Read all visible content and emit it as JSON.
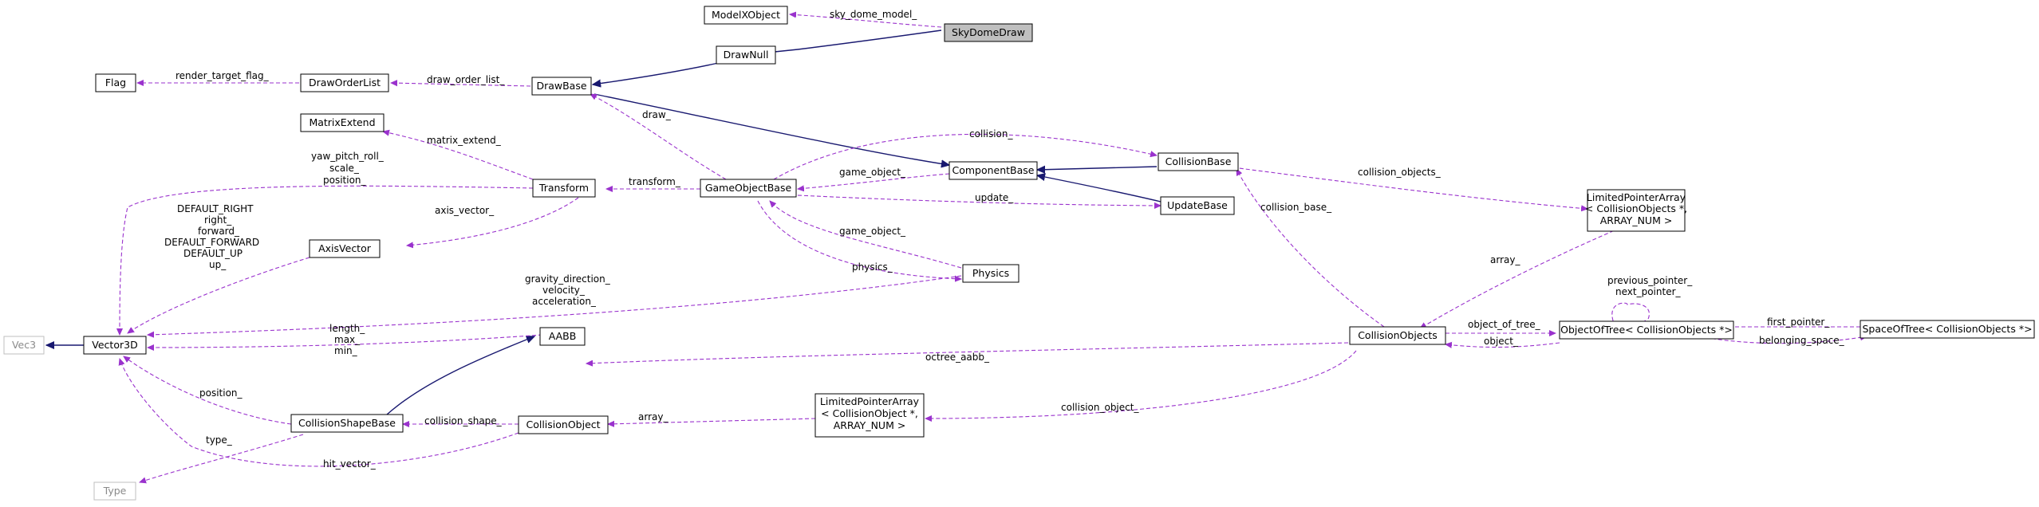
{
  "nodes": {
    "modelxobject": "ModelXObject",
    "skydomedraw": "SkyDomeDraw",
    "drawnull": "DrawNull",
    "flag": "Flag",
    "draworderlist": "DrawOrderList",
    "drawbase": "DrawBase",
    "matrixextend": "MatrixExtend",
    "transform": "Transform",
    "gameobjectbase": "GameObjectBase",
    "componentbase": "ComponentBase",
    "collisionbase": "CollisionBase",
    "updatebase": "UpdateBase",
    "lpa_collisionobjects": [
      "LimitedPointerArray",
      "< CollisionObjects *,",
      "ARRAY_NUM >"
    ],
    "axisvector": "AxisVector",
    "physics": "Physics",
    "vec3": "Vec3",
    "vector3d": "Vector3D",
    "aabb": "AABB",
    "collisionobjects": "CollisionObjects",
    "objectoftree": "ObjectOfTree< CollisionObjects *>",
    "spaceoftree": "SpaceOfTree< CollisionObjects *>",
    "collisionshapebase": "CollisionShapeBase",
    "collisionobject": "CollisionObject",
    "lpa_collisionobject": [
      "LimitedPointerArray",
      "< CollisionObject *,",
      "ARRAY_NUM >"
    ],
    "type": "Type"
  },
  "edge_labels": {
    "sky_dome_model": "sky_dome_model_",
    "render_target_flag": "render_target_flag_",
    "draw_order_list": "draw_order_list_",
    "draw": "draw_",
    "collision": "collision_",
    "matrix_extend": "matrix_extend_",
    "transform_members": [
      "yaw_pitch_roll_",
      "scale_",
      "position_"
    ],
    "transform": "transform_",
    "game_object_cb": "game_object_",
    "collision_objects": "collision_objects_",
    "update": "update_",
    "axis_vector": "axis_vector_",
    "axisvector_members": [
      "DEFAULT_RIGHT",
      "right_",
      "forward_",
      "DEFAULT_FORWARD",
      "DEFAULT_UP",
      "up_"
    ],
    "game_object_physics": "game_object_",
    "collision_base": "collision_base_",
    "physics": "physics_",
    "physics_members": [
      "gravity_direction_",
      "velocity_",
      "acceleration_"
    ],
    "array_objects": "array_",
    "previous_next": [
      "previous_pointer_",
      "next_pointer_"
    ],
    "aabb_members": [
      "length_",
      "max_",
      "min_"
    ],
    "object_of_tree": "object_of_tree_",
    "object": "object_",
    "first_pointer": "first_pointer_",
    "belonging_space": "belonging_space_",
    "octree_aabb": "octree_aabb_",
    "position": "position_",
    "collision_shape": "collision_shape_",
    "array_object": "array_",
    "collision_object": "collision_object_",
    "type": "type_",
    "hit_vector": "hit_vector_"
  },
  "colors": {
    "inheritance_edge": "#191970",
    "usage_edge": "#9a32cd",
    "highlight_node": "#bfbfbf",
    "external_node_border": "#bfbfbf"
  }
}
